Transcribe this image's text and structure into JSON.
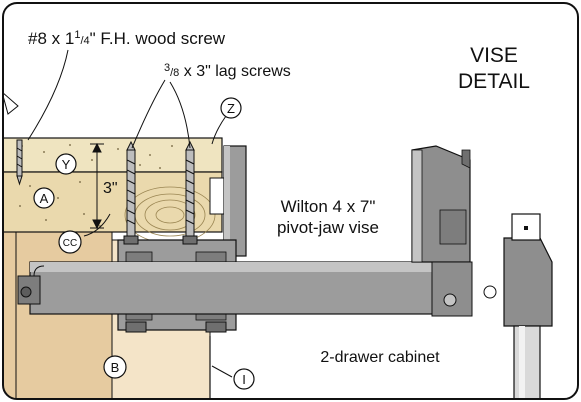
{
  "diagram": {
    "title_line1": "VISE",
    "title_line2": "DETAIL",
    "labels": {
      "wood_screw_pre": "#8 x 1",
      "wood_screw_sup": "1",
      "wood_screw_frac": "/4",
      "wood_screw_post": "\" F.H. wood screw",
      "lag_sup": "3",
      "lag_frac": "/8",
      "lag_post": " x 3\" lag screws",
      "vise_line1": "Wilton 4 x 7\"",
      "vise_line2": "pivot-jaw vise",
      "cabinet": "2-drawer cabinet",
      "dimension": "3\""
    },
    "callouts": {
      "z": "Z",
      "y": "Y",
      "a": "A",
      "cc": "CC",
      "b": "B",
      "i": "I"
    }
  },
  "colors": {
    "border": "#111111",
    "wood_top": "#efe4c0",
    "wood_end": "#ead9ad",
    "cabinet_face": "#e6cba0",
    "cabinet_side": "#f4e4c8",
    "metal": "#9c9c9c",
    "metal_dark": "#6f6f6f",
    "metal_light": "#c4c4c4",
    "handle": "#d9d9d9"
  }
}
